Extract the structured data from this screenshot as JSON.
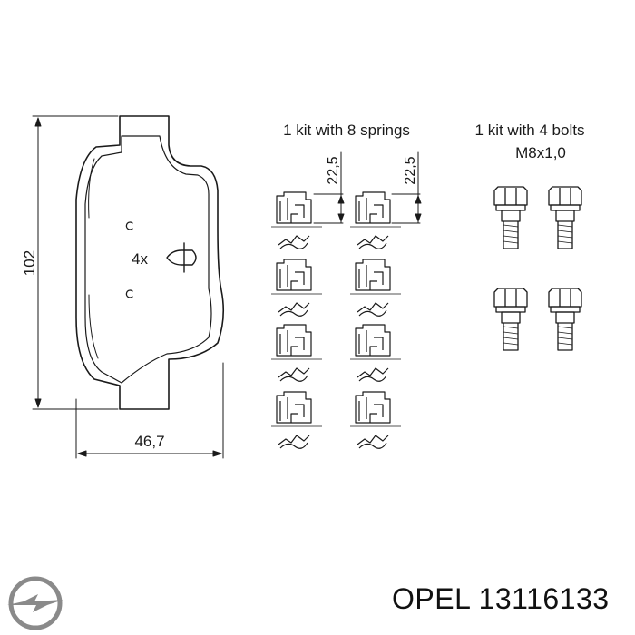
{
  "dimensions": {
    "height": "102",
    "width": "46,7",
    "spring_height_1": "22,5",
    "spring_height_2": "22,5"
  },
  "pad": {
    "multiplier": "4x"
  },
  "springs": {
    "caption": "1 kit with 8 springs",
    "count": 8
  },
  "bolts": {
    "caption_line1": "1 kit with 4 bolts",
    "caption_line2": "M8x1,0",
    "count": 4
  },
  "footer": {
    "brand": "OPEL",
    "part_number": "13116133",
    "logo_icon": "opel-blitz-logo-icon"
  },
  "colors": {
    "ink": "#1a1a1a",
    "logo": "#8a8a8a",
    "background": "#ffffff"
  }
}
